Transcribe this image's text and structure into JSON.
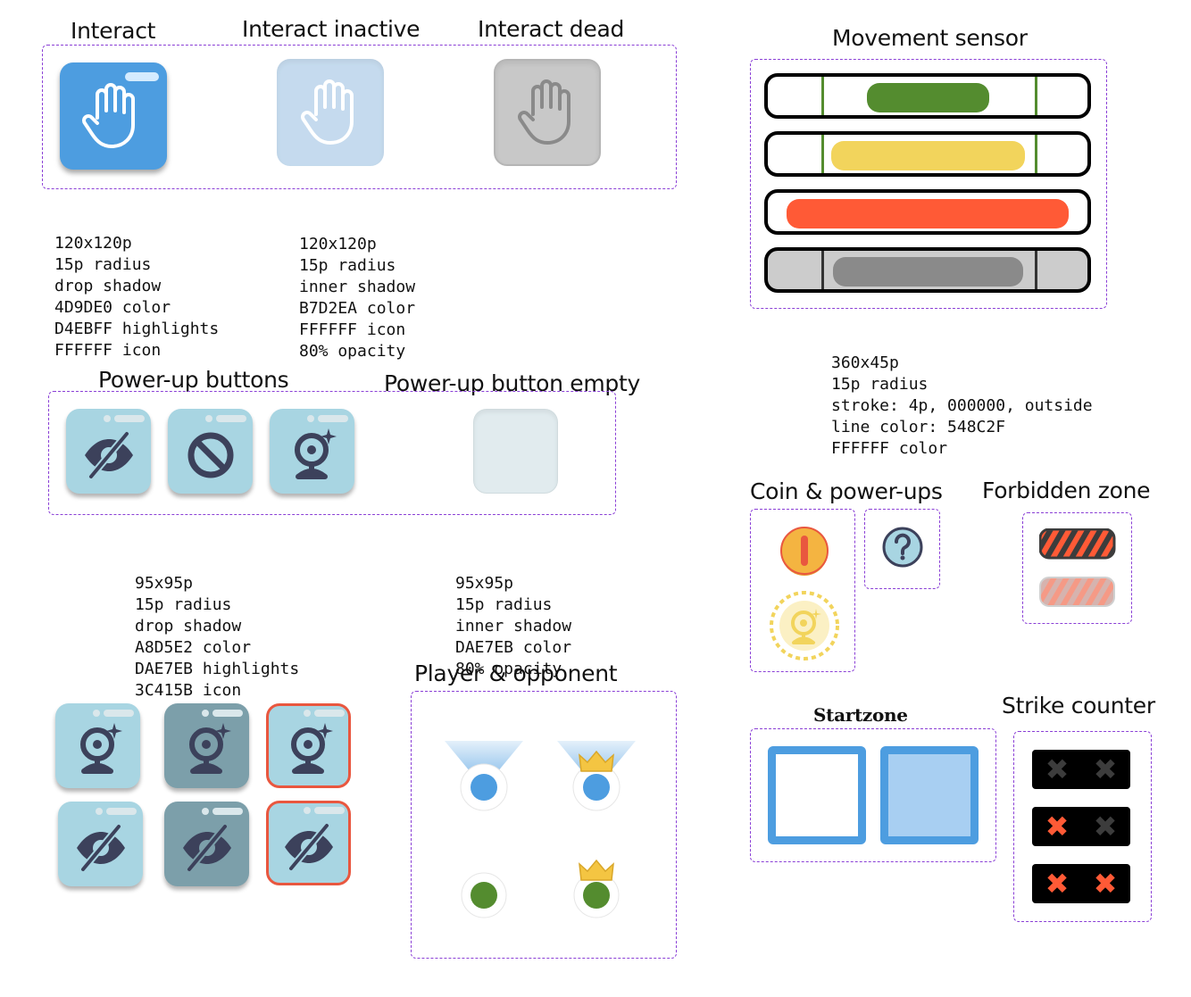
{
  "headings": {
    "interact": "Interact",
    "interact_inactive": "Interact inactive",
    "interact_dead": "Interact dead",
    "movement_sensor": "Movement sensor",
    "powerup_buttons": "Power-up buttons",
    "powerup_button_empty": "Power-up button empty",
    "coin_powerups": "Coin & power-ups",
    "forbidden_zone": "Forbidden zone",
    "player_opponent": "Player & opponent",
    "startzone": "Startzone",
    "strike_counter": "Strike counter"
  },
  "specs": {
    "interact": [
      "120x120p",
      "15p radius",
      "drop shadow",
      "4D9DE0 color",
      "D4EBFF highlights",
      "FFFFFF icon"
    ],
    "interact_inactive": [
      "120x120p",
      "15p radius",
      "inner shadow",
      "B7D2EA color",
      "FFFFFF icon",
      "80% opacity"
    ],
    "movement_sensor": [
      "360x45p",
      "15p radius",
      "stroke: 4p, 000000, outside",
      "line color: 548C2F",
      "FFFFFF color"
    ],
    "powerup_buttons": [
      "95x95p",
      "15p radius",
      "drop shadow",
      "A8D5E2 color",
      "DAE7EB highlights",
      "3C415B icon"
    ],
    "powerup_button_empty": [
      "95x95p",
      "15p radius",
      "inner shadow",
      "DAE7EB color",
      "80% opacity"
    ]
  },
  "colors": {
    "interact": "#4D9DE0",
    "interact_highlight": "#D4EBFF",
    "interact_inactive": "#B7D2EA",
    "interact_dead": "#C8C8C8",
    "powerup": "#A8D5E2",
    "powerup_highlight": "#DAE7EB",
    "powerup_icon": "#3C415B",
    "powerup_dark": "#7C9FAA",
    "powerup_selected_border": "#E9573F",
    "sensor_line": "#548C2F",
    "sensor_green": "#548C2F",
    "sensor_yellow": "#F2D45C",
    "sensor_red": "#FF5A36",
    "sensor_dead_bg": "#CCCCCC",
    "sensor_dead_fill": "#8A8A8A",
    "coin": "#F4B441",
    "startzone": "#4D9DE0",
    "startzone_filled": "#A8CFF2",
    "player_blue": "#4D9DE0",
    "player_green": "#548C2F",
    "strike_active": "#FF5A36",
    "strike_inactive": "#3C3C3C"
  },
  "icons": {
    "interact": "hand-icon",
    "powerups": [
      "eye-slash-icon",
      "block-icon",
      "webcam-icon"
    ],
    "coin": "coin-icon",
    "mystery": "question-mark-icon",
    "crown": "crown-icon",
    "strike": "x-icon"
  },
  "movement_sensor_states": [
    {
      "state": "green",
      "fill_start": 0.31,
      "fill_end": 0.68
    },
    {
      "state": "yellow",
      "fill_start": 0.2,
      "fill_end": 0.81
    },
    {
      "state": "red",
      "fill_start": 0.06,
      "fill_end": 0.95
    },
    {
      "state": "dead",
      "fill_start": 0.2,
      "fill_end": 0.81
    }
  ],
  "strike_counter": [
    {
      "strikes": 0,
      "of": 2
    },
    {
      "strikes": 1,
      "of": 2
    },
    {
      "strikes": 2,
      "of": 2
    }
  ],
  "strike_symbol": "✖"
}
